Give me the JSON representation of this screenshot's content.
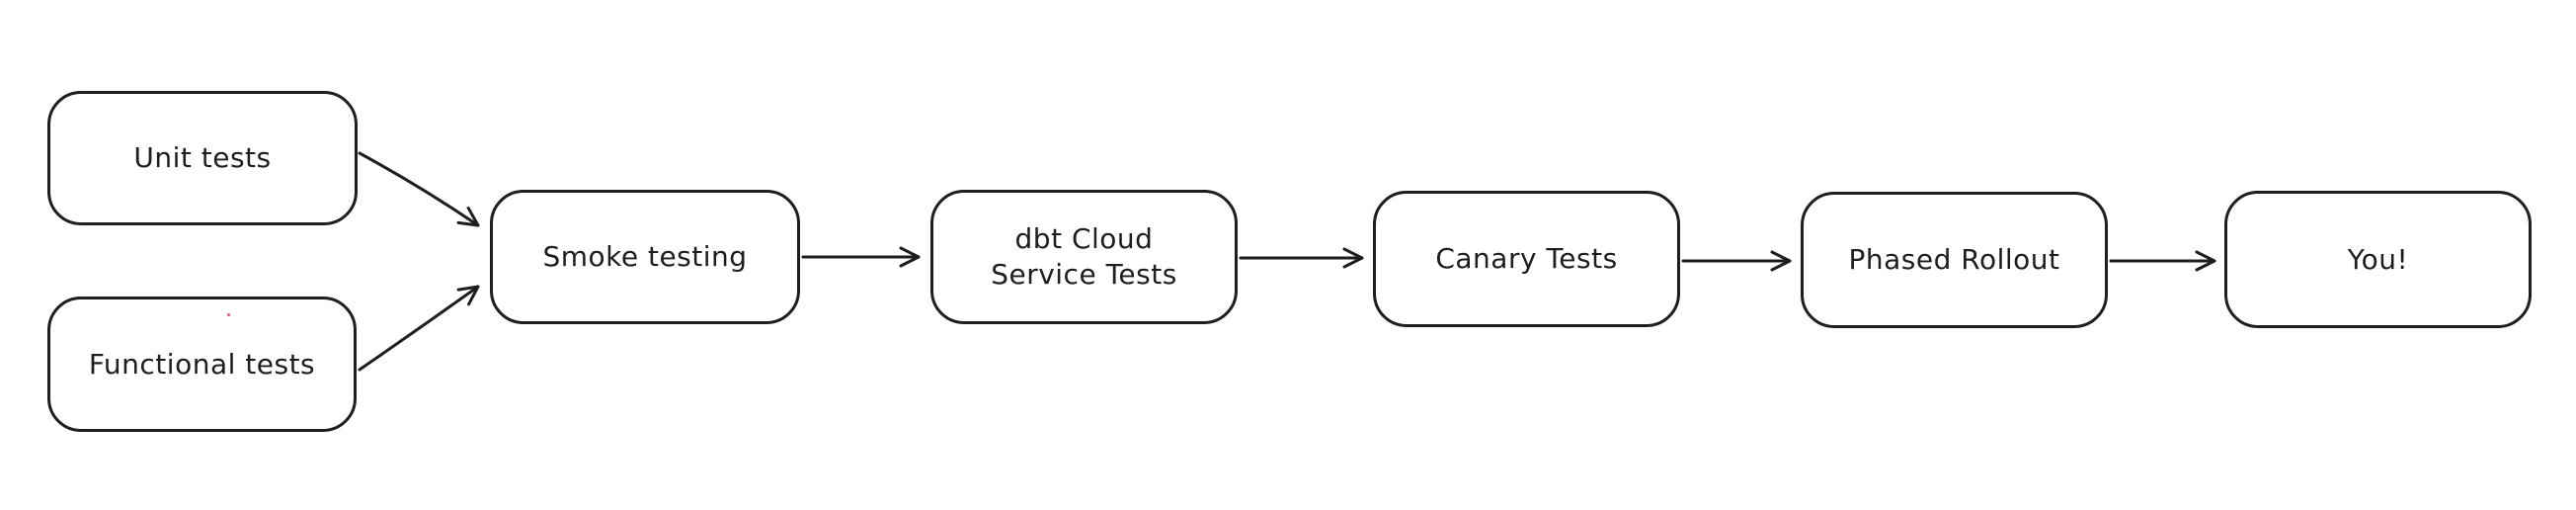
{
  "diagram": {
    "type": "flowchart",
    "style": "hand-drawn (excalidraw-like)",
    "background_color": "#ffffff",
    "stroke_color": "#1e1e1e",
    "node_fill_color": "#ffffff",
    "stray_mark_color": "#e03131",
    "nodes": [
      {
        "id": "unit-tests",
        "label": "Unit tests"
      },
      {
        "id": "functional-tests",
        "label": "Functional tests"
      },
      {
        "id": "smoke-testing",
        "label": "Smoke testing"
      },
      {
        "id": "dbt-cloud-service-tests",
        "label": "dbt Cloud\nService Tests"
      },
      {
        "id": "canary-tests",
        "label": "Canary Tests"
      },
      {
        "id": "phased-rollout",
        "label": "Phased Rollout"
      },
      {
        "id": "you",
        "label": "You!"
      }
    ],
    "edges": [
      {
        "from": "unit-tests",
        "to": "smoke-testing"
      },
      {
        "from": "functional-tests",
        "to": "smoke-testing"
      },
      {
        "from": "smoke-testing",
        "to": "dbt-cloud-service-tests"
      },
      {
        "from": "dbt-cloud-service-tests",
        "to": "canary-tests"
      },
      {
        "from": "canary-tests",
        "to": "phased-rollout"
      },
      {
        "from": "phased-rollout",
        "to": "you"
      }
    ]
  }
}
